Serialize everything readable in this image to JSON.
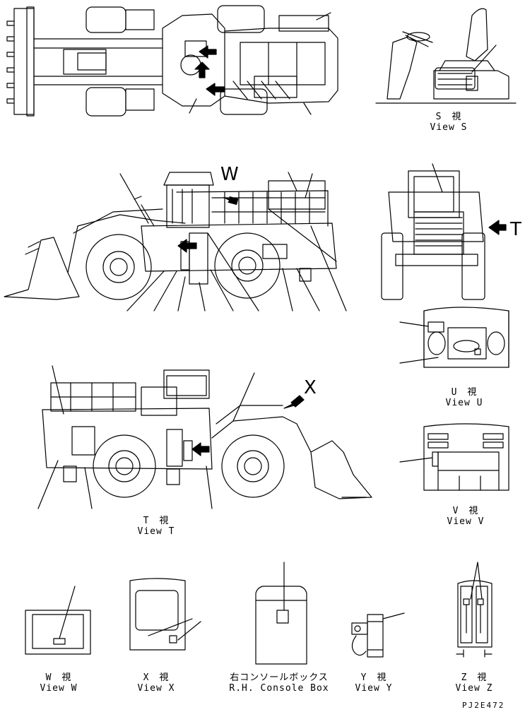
{
  "drawing_code": "PJ2E472",
  "view_letters": {
    "W": "W",
    "T": "T",
    "X": "X"
  },
  "captions": {
    "S": {
      "jp": "S　視",
      "en": "View S"
    },
    "U": {
      "jp": "U　視",
      "en": "View U"
    },
    "T": {
      "jp": "T　視",
      "en": "View T"
    },
    "V": {
      "jp": "V　視",
      "en": "View V"
    },
    "W": {
      "jp": "W　視",
      "en": "View W"
    },
    "X": {
      "jp": "X　視",
      "en": "View X"
    },
    "RH": {
      "jp": "右コンソールボックス",
      "en": "R.H. Console Box"
    },
    "Y": {
      "jp": "Y　視",
      "en": "View Y"
    },
    "Z": {
      "jp": "Z　視",
      "en": "View Z"
    }
  },
  "colors": {
    "ink": "#000000",
    "paper": "#ffffff"
  }
}
